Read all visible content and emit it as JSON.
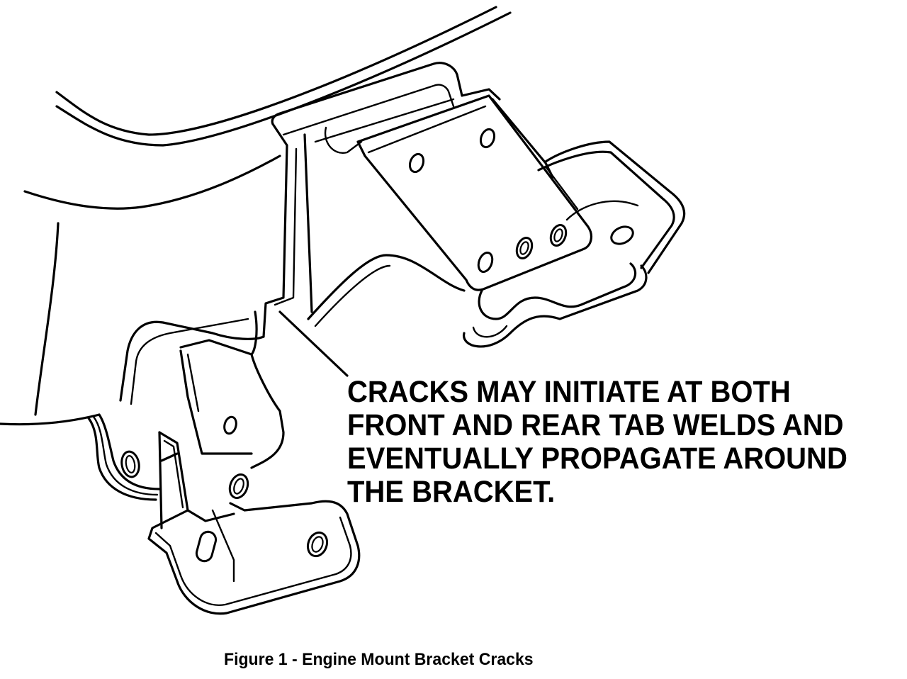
{
  "callout": {
    "line1": "CRACKS MAY INITIATE AT BOTH",
    "line2": "FRONT AND REAR TAB WELDS AND",
    "line3": "EVENTUALLY PROPAGATE AROUND",
    "line4": "THE BRACKET."
  },
  "caption": "Figure 1 - Engine Mount Bracket Cracks"
}
